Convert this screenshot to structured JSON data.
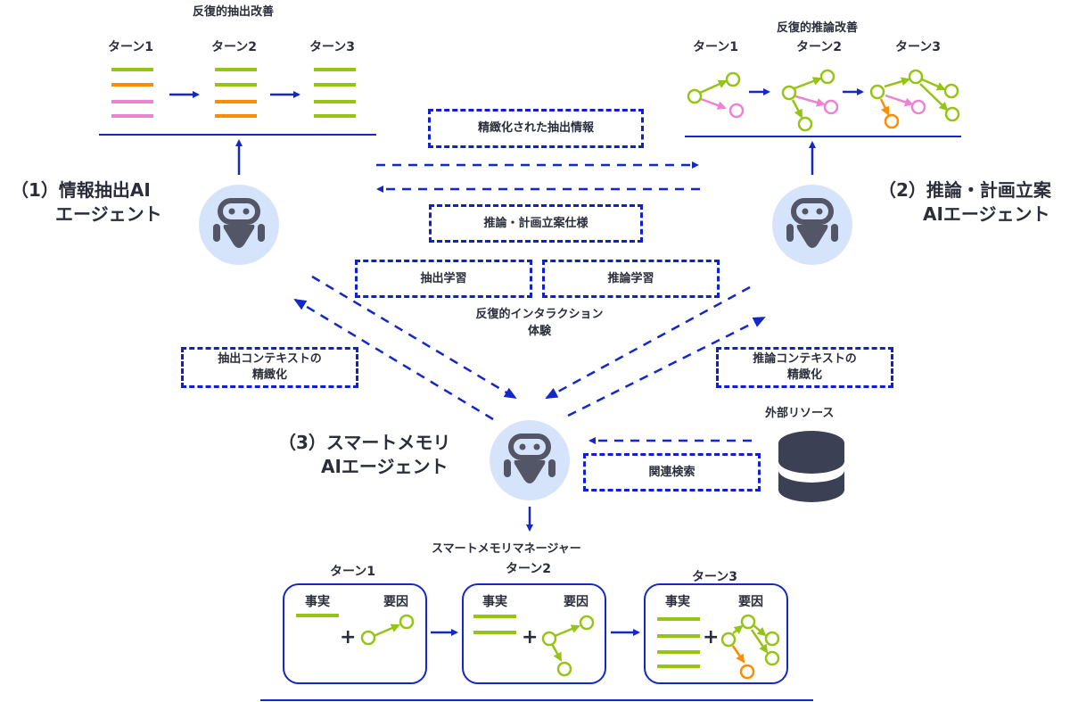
{
  "colors": {
    "blue": "#1428c8",
    "green": "#96c414",
    "orange": "#ff8c00",
    "pink": "#ee82d2",
    "robot_bg": "#d6e4fb",
    "robot_fg": "#525666",
    "db": "#3c4054",
    "text": "#2b2e3a"
  },
  "extraction_panel": {
    "title": "反復的抽出改善",
    "turns": [
      {
        "label": "ターン1",
        "lines": [
          "green",
          "orange",
          "pink",
          "pink"
        ]
      },
      {
        "label": "ターン2",
        "lines": [
          "green",
          "green",
          "orange",
          "orange"
        ]
      },
      {
        "label": "ターン3",
        "lines": [
          "green",
          "green",
          "green",
          "green"
        ]
      }
    ]
  },
  "reasoning_panel": {
    "title": "反復的推論改善",
    "turns": [
      {
        "label": "ターン1"
      },
      {
        "label": "ターン2"
      },
      {
        "label": "ターン3"
      }
    ]
  },
  "agents": {
    "extraction": {
      "line1": "（1）情報抽出AI",
      "line2": "エージェント",
      "icon": "robot-icon"
    },
    "reasoning": {
      "line1": "（2）推論・計画立案",
      "line2": "AIエージェント",
      "icon": "robot-icon"
    },
    "memory": {
      "line1": "（3）スマートメモリ",
      "line2": "AIエージェント",
      "icon": "robot-icon"
    }
  },
  "flows": {
    "refined_extraction": "精緻化された抽出情報",
    "reasoning_spec": "推論・計画立案仕様",
    "extraction_learning": "抽出学習",
    "reasoning_learning": "推論学習",
    "iterative_experience_1": "反復的インタラクション",
    "iterative_experience_2": "体験",
    "extraction_context_1": "抽出コンテキストの",
    "extraction_context_2": "精緻化",
    "reasoning_context_1": "推論コンテキストの",
    "reasoning_context_2": "精緻化",
    "related_search": "関連検索"
  },
  "external": {
    "label": "外部リソース",
    "icon": "database-icon"
  },
  "memory_manager": {
    "title": "スマートメモリマネージャー",
    "turns": [
      {
        "label": "ターン1",
        "facts_label": "事実",
        "factors_label": "要因",
        "fact_count": 1
      },
      {
        "label": "ターン2",
        "facts_label": "事実",
        "factors_label": "要因",
        "fact_count": 2
      },
      {
        "label": "ターン3",
        "facts_label": "事実",
        "factors_label": "要因",
        "fact_count": 4
      }
    ],
    "plus": "+"
  }
}
